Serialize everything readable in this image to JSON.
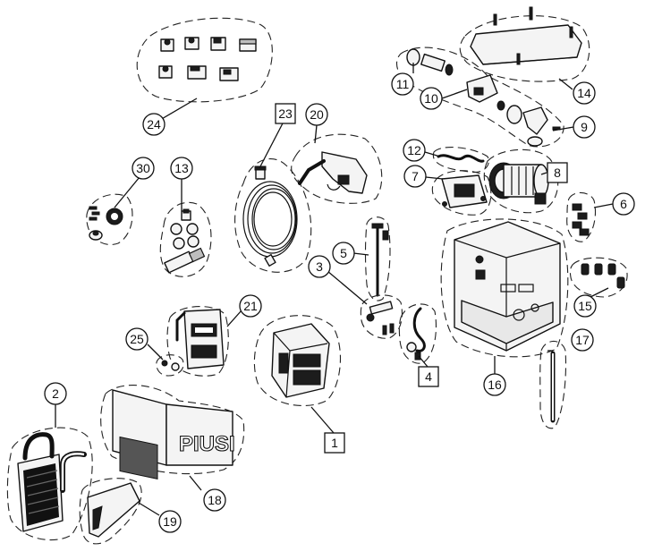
{
  "brand_logo_text": "PIUSI",
  "callouts": [
    {
      "id": "c1",
      "label": "1",
      "shape": "square"
    },
    {
      "id": "c2",
      "label": "2",
      "shape": "circle"
    },
    {
      "id": "c3",
      "label": "3",
      "shape": "circle"
    },
    {
      "id": "c4",
      "label": "4",
      "shape": "square"
    },
    {
      "id": "c5",
      "label": "5",
      "shape": "circle"
    },
    {
      "id": "c6",
      "label": "6",
      "shape": "circle"
    },
    {
      "id": "c7",
      "label": "7",
      "shape": "circle"
    },
    {
      "id": "c8",
      "label": "8",
      "shape": "square"
    },
    {
      "id": "c9",
      "label": "9",
      "shape": "circle"
    },
    {
      "id": "c10",
      "label": "10",
      "shape": "circle"
    },
    {
      "id": "c11",
      "label": "11",
      "shape": "circle"
    },
    {
      "id": "c12",
      "label": "12",
      "shape": "circle"
    },
    {
      "id": "c13",
      "label": "13",
      "shape": "circle"
    },
    {
      "id": "c14",
      "label": "14",
      "shape": "circle"
    },
    {
      "id": "c15",
      "label": "15",
      "shape": "circle"
    },
    {
      "id": "c16",
      "label": "16",
      "shape": "circle"
    },
    {
      "id": "c17",
      "label": "17",
      "shape": "circle"
    },
    {
      "id": "c18",
      "label": "18",
      "shape": "circle"
    },
    {
      "id": "c19",
      "label": "19",
      "shape": "circle"
    },
    {
      "id": "c20",
      "label": "20",
      "shape": "circle"
    },
    {
      "id": "c21",
      "label": "21",
      "shape": "circle"
    },
    {
      "id": "c23",
      "label": "23",
      "shape": "square"
    },
    {
      "id": "c24",
      "label": "24",
      "shape": "circle"
    },
    {
      "id": "c25",
      "label": "25",
      "shape": "circle"
    },
    {
      "id": "c30",
      "label": "30",
      "shape": "circle"
    }
  ]
}
